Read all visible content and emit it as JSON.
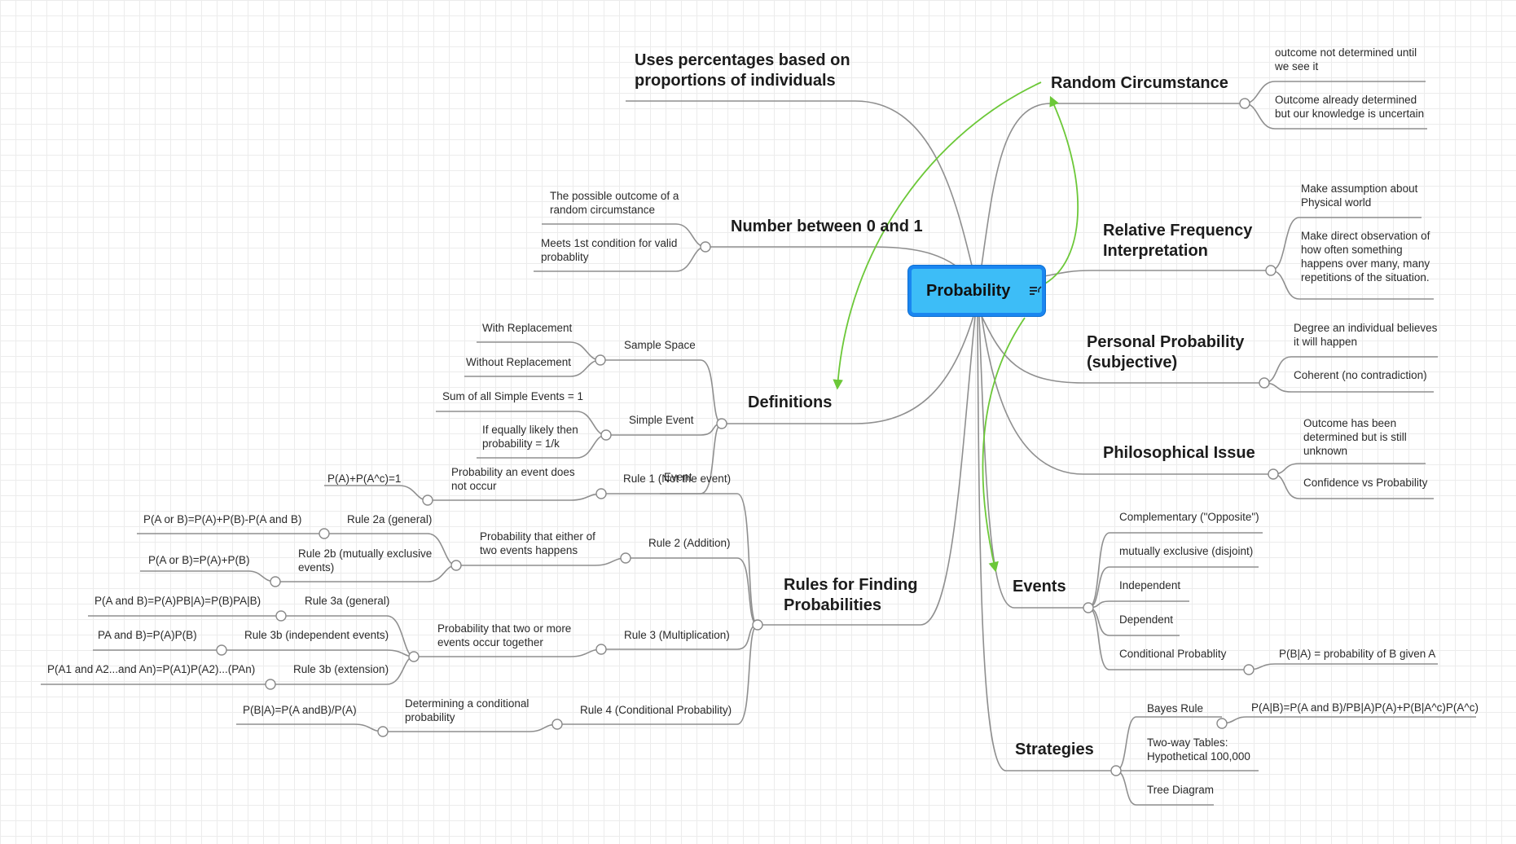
{
  "root": {
    "title": "Probability",
    "note_icon": "note-icon"
  },
  "colors": {
    "branch": "#8f8f8f",
    "relationship": "#6cc838",
    "root_fill": "#3dbdf7",
    "root_border": "#1a86f0"
  },
  "topics": {
    "random": {
      "title": "Random Circumstance",
      "items": [
        "outcome not determined until we see it",
        "Outcome already determined but our knowledge is uncertain"
      ]
    },
    "relative": {
      "title": "Relative Frequency Interpretation",
      "items": [
        "Make assumption about Physical world",
        "Make direct observation of how often something happens over many, many repetitions of the situation."
      ]
    },
    "personal": {
      "title": "Personal Probability (subjective)",
      "items": [
        "Degree an individual believes it will happen",
        "Coherent (no contradiction)"
      ]
    },
    "philosophical": {
      "title": "Philosophical Issue",
      "items": [
        "Outcome has been determined but is still unknown",
        "Confidence vs Probability"
      ]
    },
    "events": {
      "title": "Events",
      "items": [
        "Complementary (\"Opposite\")",
        "mutually exclusive (disjoint)",
        "Independent",
        "Dependent",
        "Conditional Probablity"
      ],
      "conditional_detail": "P(B|A) = probability of B given A"
    },
    "strategies": {
      "title": "Strategies",
      "items": [
        "Bayes Rule",
        "Two-way Tables: Hypothetical 100,000",
        "Tree Diagram"
      ],
      "bayes_formula": "P(A|B)=P(A and B)/PB|A)P(A)+P(B|A^c)P(A^c)"
    },
    "percentages": {
      "title": "Uses percentages based on proportions of individuals"
    },
    "number": {
      "title": "Number between 0 and 1",
      "items": [
        "The possible outcome of a random circumstance",
        "Meets 1st condition for valid probablity"
      ]
    },
    "definitions": {
      "title": "Definitions",
      "sample_space": "Sample Space",
      "sample_items": [
        "With Replacement",
        "Without Replacement"
      ],
      "simple_event": "Simple Event",
      "simple_items": [
        "Sum of all Simple Events = 1",
        "If equally likely then probability = 1/k"
      ],
      "event": "Event"
    },
    "rules": {
      "title": "Rules for Finding Probabilities",
      "r1": {
        "label": "Rule 1 (Not the event)",
        "desc": "Probability an event does not occur",
        "formula": "P(A)+P(A^c)=1"
      },
      "r2": {
        "label": "Rule 2 (Addition)",
        "desc": "Probability that either of two events happens",
        "a_label": "Rule 2a (general)",
        "a_formula": "P(A or B)=P(A)+P(B)-P(A and B)",
        "b_label": "Rule 2b (mutually exclusive events)",
        "b_formula": "P(A or B)=P(A)+P(B)"
      },
      "r3": {
        "label": "Rule 3 (Multiplication)",
        "desc": "Probability that two or more events occur together",
        "a_label": "Rule 3a (general)",
        "a_formula": "P(A and B)=P(A)PB|A)=P(B)PA|B)",
        "b_label": "Rule 3b (independent events)",
        "b_formula": "PA and B)=P(A)P(B)",
        "c_label": "Rule 3b (extension)",
        "c_formula": "P(A1 and A2...and An)=P(A1)P(A2)...(PAn)"
      },
      "r4": {
        "label": "Rule 4 (Conditional Probability)",
        "desc": "Determining a conditional probability",
        "formula": "P(B|A)=P(A andB)/P(A)"
      }
    }
  }
}
